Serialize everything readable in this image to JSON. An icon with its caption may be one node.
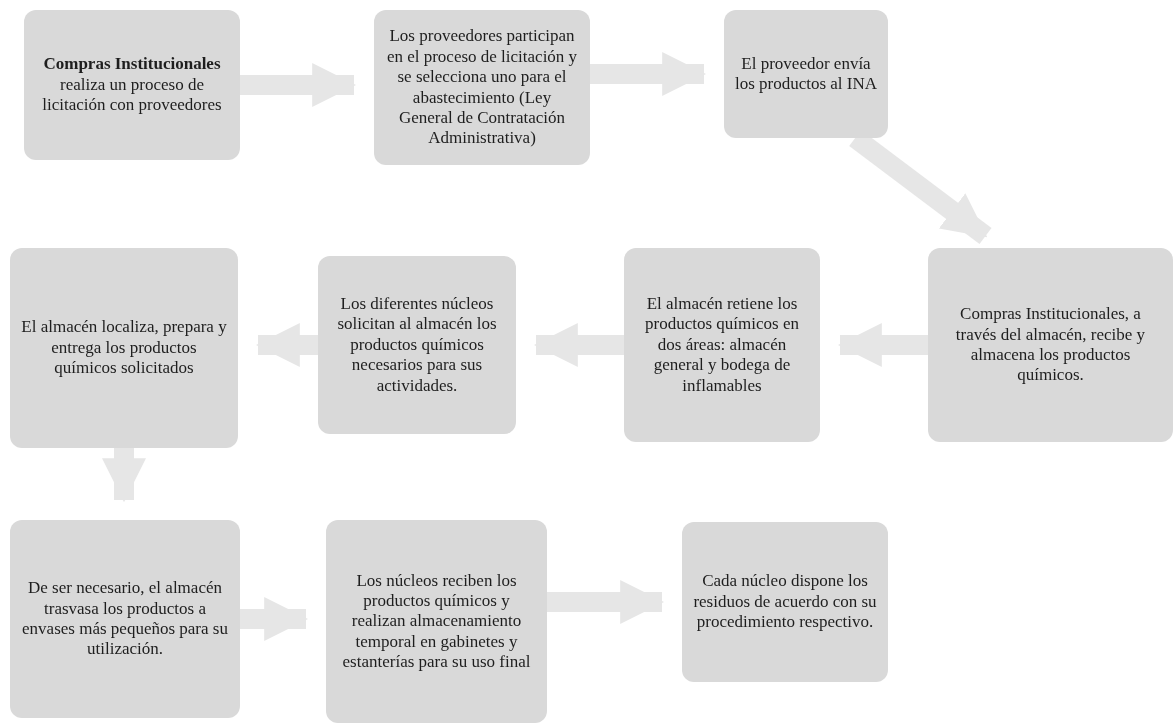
{
  "diagram": {
    "nodes": [
      {
        "text": [
          "Compras Institucionales",
          "realiza un proceso de licitación con proveedores"
        ]
      },
      {
        "text": [
          "Los proveedores participan en el proceso de licitación y se selecciona uno para el abastecimiento (Ley General de Contratación Administrativa)"
        ]
      },
      {
        "text": [
          "El proveedor envía los productos al INA"
        ]
      },
      {
        "text": [
          "Compras Institucionales, a través del almacén, recibe y almacena los productos químicos."
        ]
      },
      {
        "text": [
          "El almacén retiene los productos químicos en dos áreas: almacén general y bodega de inflamables"
        ]
      },
      {
        "text": [
          "Los diferentes núcleos solicitan al almacén los productos químicos necesarios para sus actividades."
        ]
      },
      {
        "text": [
          "El almacén localiza, prepara y entrega los productos químicos solicitados"
        ]
      },
      {
        "text": [
          "De ser necesario, el almacén trasvasa los productos a envases más pequeños para su utilización."
        ]
      },
      {
        "text": [
          "Los núcleos reciben los productos químicos y realizan almacenamiento temporal en gabinetes y estanterías para su uso final"
        ]
      },
      {
        "text": [
          "Cada núcleo dispone los residuos de acuerdo con su procedimiento respectivo."
        ]
      }
    ],
    "edges": [
      {
        "from": 0,
        "to": 1,
        "arrow": "to"
      },
      {
        "from": 1,
        "to": 2,
        "arrow": "to"
      },
      {
        "from": 2,
        "to": 3,
        "arrow": "to"
      },
      {
        "from": 3,
        "to": 4,
        "arrow": "to"
      },
      {
        "from": 4,
        "to": 5,
        "arrow": "to"
      },
      {
        "from": 5,
        "to": 6,
        "arrow": "to"
      },
      {
        "from": 6,
        "to": 7,
        "arrow": "to"
      },
      {
        "from": 7,
        "to": 8,
        "arrow": "to"
      },
      {
        "from": 8,
        "to": 9,
        "arrow": "to"
      }
    ]
  }
}
